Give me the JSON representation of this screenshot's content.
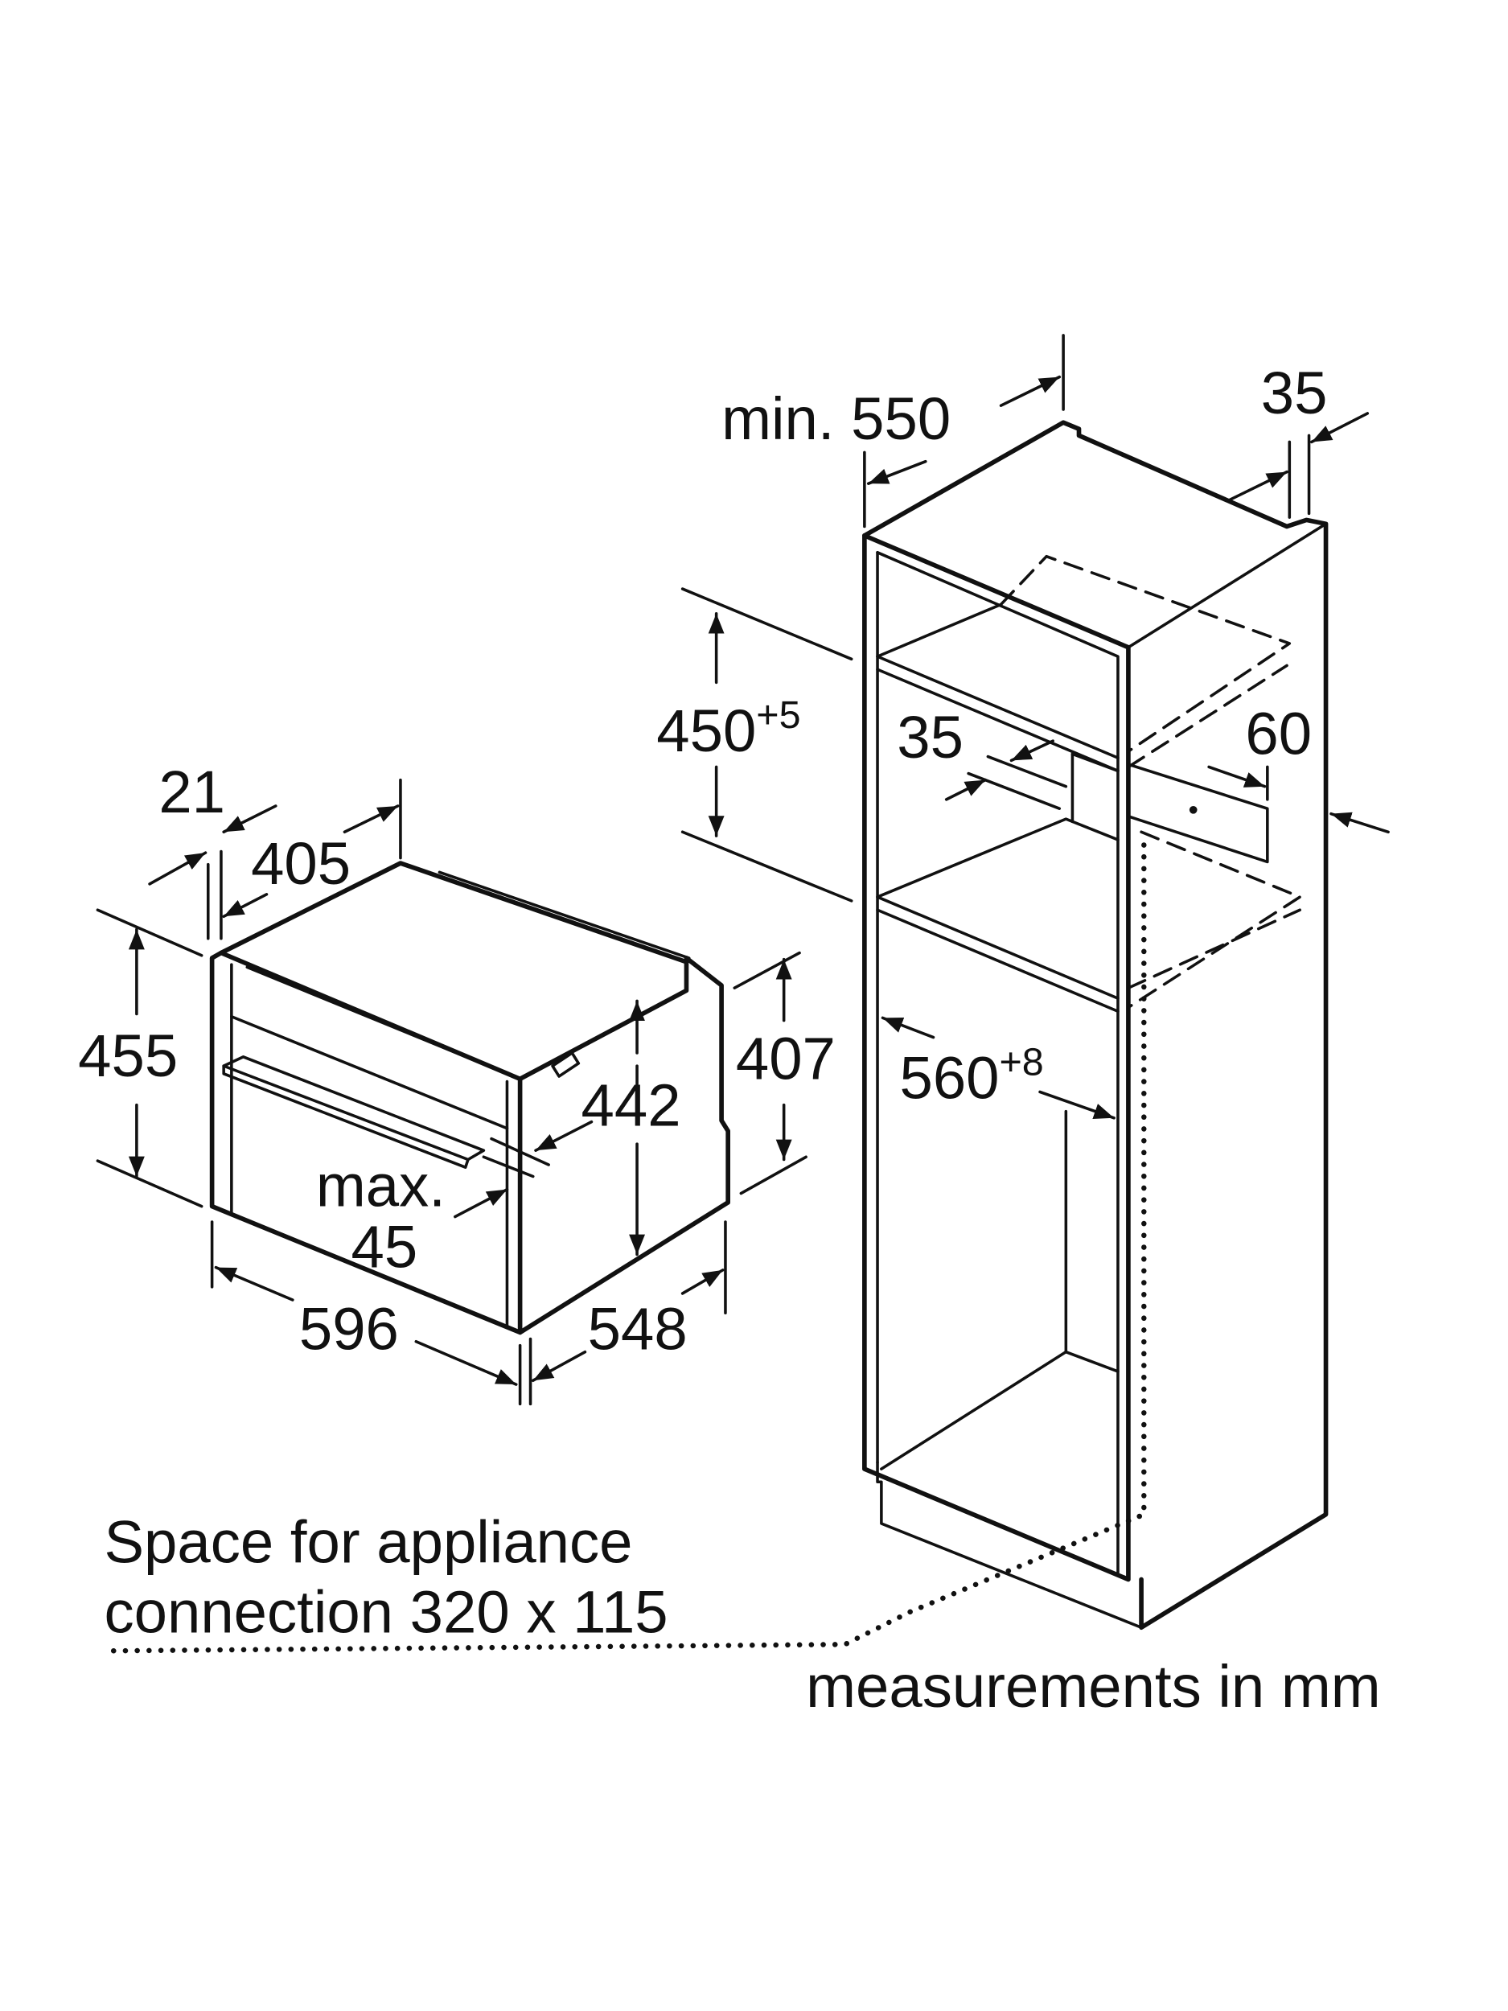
{
  "oven": {
    "depth_front": "21",
    "depth_top": "405",
    "height_total": "455",
    "height_body": "442",
    "height_rear": "407",
    "door_max_label": "max.",
    "door_max_value": "45",
    "width": "596",
    "depth": "548"
  },
  "cabinet": {
    "depth_min": "min. 550",
    "rear_gap": "35",
    "niche_height": "450",
    "niche_height_tol": "+5",
    "shelf_setback": "35",
    "vent_depth": "60",
    "niche_width": "560",
    "niche_width_tol": "+8"
  },
  "notes": {
    "connection_line1": "Space for appliance",
    "connection_line2": "connection 320 x 115",
    "units": "measurements in mm"
  }
}
